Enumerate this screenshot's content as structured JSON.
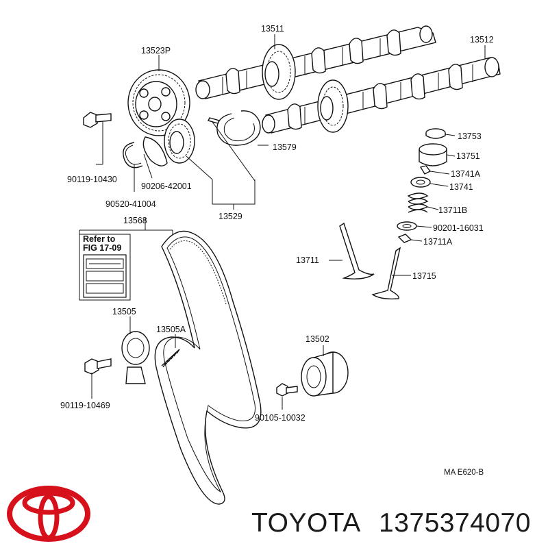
{
  "diagram": {
    "part_labels": {
      "p13511": "13511",
      "p13512": "13512",
      "p13523P": "13523P",
      "p90119_10430": "90119-10430",
      "p90206_42001": "90206-42001",
      "p90520_41004": "90520-41004",
      "p13579": "13579",
      "p13529": "13529",
      "p13753": "13753",
      "p13751": "13751",
      "p13741A": "13741A",
      "p13741": "13741",
      "p13711B": "13711B",
      "p90201_16031": "90201-16031",
      "p13711A": "13711A",
      "p13711": "13711",
      "p13715": "13715",
      "p13568": "13568",
      "p13505": "13505",
      "p13505A": "13505A",
      "p13502": "13502",
      "p90119_10469": "90119-10469",
      "p90105_10032": "90105-10032"
    },
    "refer_box": {
      "line1": "Refer to",
      "line2": "FIG 17-09"
    },
    "figure_code": "MA E620-B"
  },
  "brand": {
    "name": "TOYOTA",
    "part_number": "1375374070",
    "logo_color": "#d7111b"
  }
}
